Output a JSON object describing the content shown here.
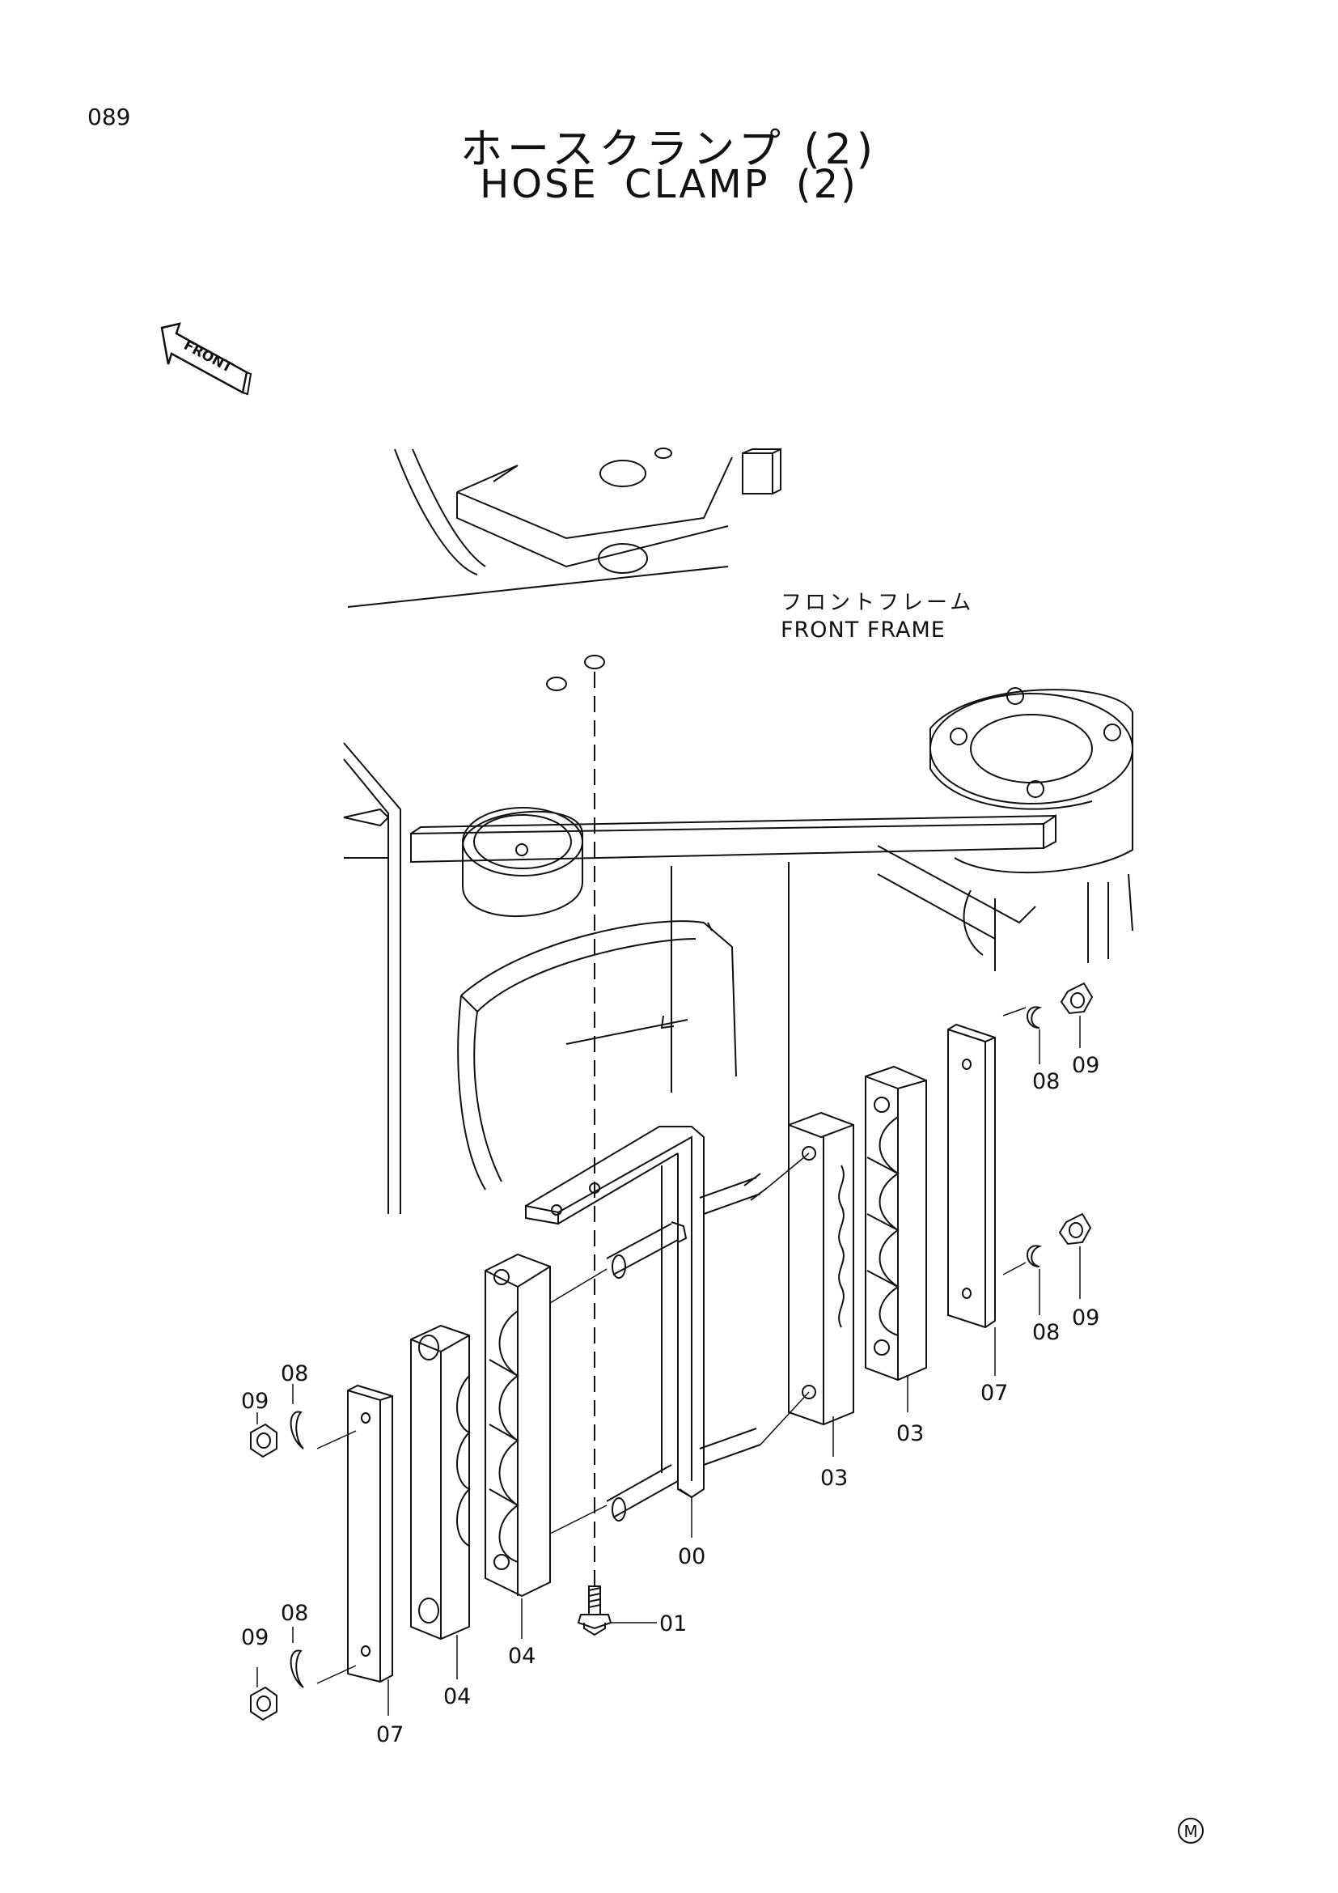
{
  "page_number": "089",
  "title_jp": "ホースクランプ (2)",
  "title_en": "HOSE CLAMP (2)",
  "front_arrow_label": "FRONT",
  "frame_label_jp": "フロントフレーム",
  "frame_label_en": "FRONT FRAME",
  "callouts": {
    "c00": "00",
    "c01": "01",
    "c03a": "03",
    "c03b": "03",
    "c04a": "04",
    "c04b": "04",
    "c07a": "07",
    "c07b": "07",
    "c08a": "08",
    "c08b": "08",
    "c08c": "08",
    "c08d": "08",
    "c09a": "09",
    "c09b": "09",
    "c09c": "09",
    "c09d": "09"
  },
  "marker": "M"
}
